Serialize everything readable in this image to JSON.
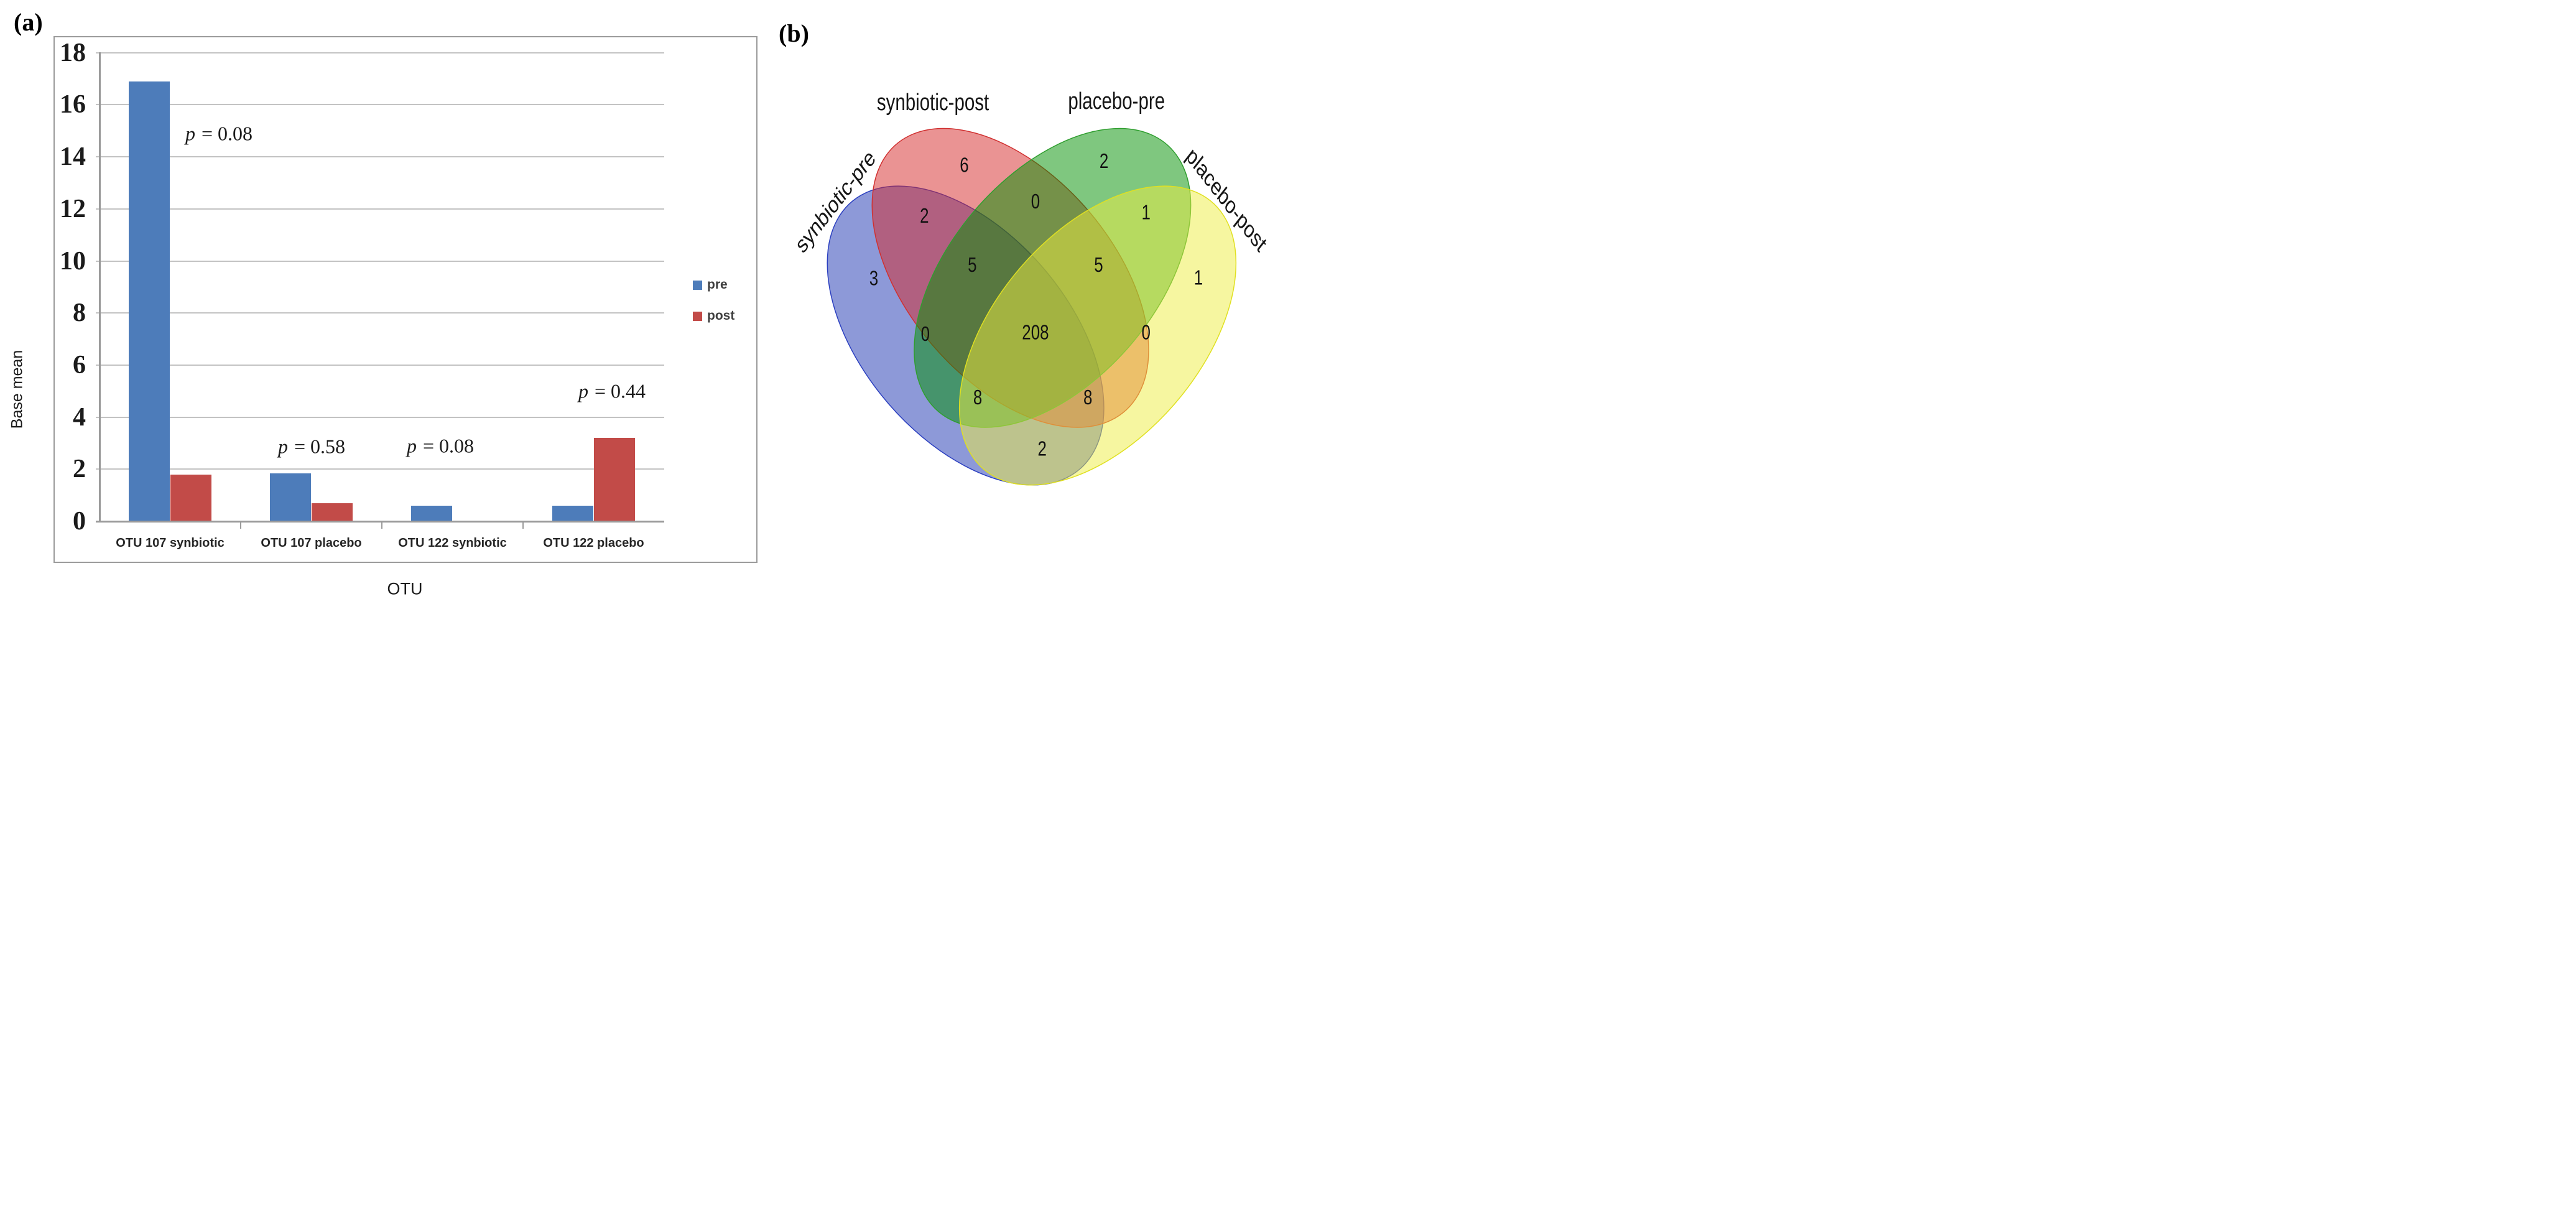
{
  "panel_a": {
    "label": "(a)",
    "p_prefix": "p",
    "p_equals": " = "
  },
  "chart_data": {
    "type": "bar",
    "title": "",
    "categories": [
      "OTU 107 synbiotic",
      "OTU 107 placebo",
      "OTU 122 synbiotic",
      "OTU 122 placebo"
    ],
    "series": [
      {
        "name": "pre",
        "color": "#4d7cba",
        "values": [
          16.9,
          1.85,
          0.6,
          0.6
        ]
      },
      {
        "name": "post",
        "color": "#c24b48",
        "values": [
          1.8,
          0.7,
          0,
          3.2
        ]
      }
    ],
    "p_values": [
      "0.08",
      "0.58",
      "0.08",
      "0.44"
    ],
    "xlabel": "OTU",
    "ylabel": "Base mean",
    "ylim": [
      0,
      18
    ],
    "ytick_step": 2,
    "grid": true,
    "legend_position": "right",
    "grid_color": "#c3c3c3",
    "axis_color": "#9b9b9b"
  },
  "panel_b": {
    "label": "(b)",
    "venn": {
      "sets": [
        {
          "id": "synbiotic-pre",
          "label": "synbiotic-pre",
          "fill": "#1b33b1",
          "stroke": "#2b3fc0"
        },
        {
          "id": "synbiotic-post",
          "label": "synbiotic-post",
          "fill": "#d52727",
          "stroke": "#d03030"
        },
        {
          "id": "placebo-pre",
          "label": "placebo-pre",
          "fill": "#008f00",
          "stroke": "#2f9e2f"
        },
        {
          "id": "placebo-post",
          "label": "placebo-post",
          "fill": "#eded41",
          "stroke": "#e0e020"
        }
      ],
      "regions": [
        {
          "sets": [
            "synbiotic-pre"
          ],
          "count": "3"
        },
        {
          "sets": [
            "synbiotic-post"
          ],
          "count": "6"
        },
        {
          "sets": [
            "placebo-pre"
          ],
          "count": "2"
        },
        {
          "sets": [
            "placebo-post"
          ],
          "count": "1"
        },
        {
          "sets": [
            "synbiotic-pre",
            "synbiotic-post"
          ],
          "count": "2"
        },
        {
          "sets": [
            "synbiotic-post",
            "placebo-pre"
          ],
          "count": "0"
        },
        {
          "sets": [
            "placebo-pre",
            "placebo-post"
          ],
          "count": "1"
        },
        {
          "sets": [
            "synbiotic-pre",
            "placebo-pre"
          ],
          "count": "0"
        },
        {
          "sets": [
            "synbiotic-post",
            "placebo-post"
          ],
          "count": "0"
        },
        {
          "sets": [
            "synbiotic-pre",
            "placebo-post"
          ],
          "count": "2"
        },
        {
          "sets": [
            "synbiotic-pre",
            "synbiotic-post",
            "placebo-pre"
          ],
          "count": "5"
        },
        {
          "sets": [
            "synbiotic-post",
            "placebo-pre",
            "placebo-post"
          ],
          "count": "5"
        },
        {
          "sets": [
            "synbiotic-pre",
            "placebo-pre",
            "placebo-post"
          ],
          "count": "8"
        },
        {
          "sets": [
            "synbiotic-pre",
            "synbiotic-post",
            "placebo-post"
          ],
          "count": "8"
        },
        {
          "sets": [
            "synbiotic-pre",
            "synbiotic-post",
            "placebo-pre",
            "placebo-post"
          ],
          "count": "208"
        }
      ]
    }
  }
}
